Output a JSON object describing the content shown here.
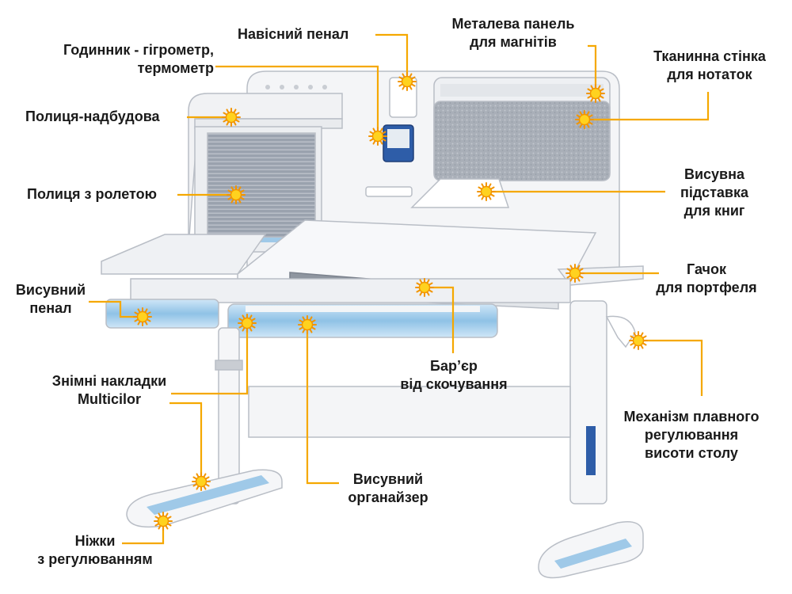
{
  "colors": {
    "leader": "#F5A800",
    "marker_fill": "#FFD21F",
    "marker_stroke": "#F29500",
    "desk_body": "#F2F3F5",
    "desk_outline": "#B9BEC6",
    "accent_blue": "#9FC9E8",
    "gray_fabric": "#8F96A0",
    "text": "#1A1A1A"
  },
  "icons": [
    "sun-marker-icon"
  ],
  "callouts": [
    {
      "id": "clock",
      "lines": [
        "Годинник - гігрометр,",
        "термометр"
      ]
    },
    {
      "id": "hanging-pencil-case",
      "lines": [
        "Навісний пенал"
      ]
    },
    {
      "id": "metal-panel",
      "lines": [
        "Металева панель",
        "для магнітів"
      ]
    },
    {
      "id": "fabric-wall",
      "lines": [
        "Тканинна стінка",
        "для нотаток"
      ]
    },
    {
      "id": "top-shelf",
      "lines": [
        "Полиця-надбудова"
      ]
    },
    {
      "id": "roller-shelf",
      "lines": [
        "Полиця з ролетою"
      ]
    },
    {
      "id": "book-stand",
      "lines": [
        "Висувна",
        "підставка",
        "для книг"
      ]
    },
    {
      "id": "bag-hook",
      "lines": [
        "Гачок",
        "для портфеля"
      ]
    },
    {
      "id": "pull-out-pencil-case",
      "lines": [
        "Висувний",
        "пенал"
      ]
    },
    {
      "id": "anti-roll-barrier",
      "lines": [
        "Бар’єр",
        "від скочування"
      ]
    },
    {
      "id": "removable-covers",
      "lines": [
        "Знімні накладки",
        "Multicilor"
      ]
    },
    {
      "id": "height-mechanism",
      "lines": [
        "Механізм плавного",
        "регулювання",
        "висоти столу"
      ]
    },
    {
      "id": "organizer",
      "lines": [
        "Висувний",
        "органайзер"
      ]
    },
    {
      "id": "adjustable-feet",
      "lines": [
        "Ніжки",
        "з регулюванням"
      ]
    }
  ]
}
